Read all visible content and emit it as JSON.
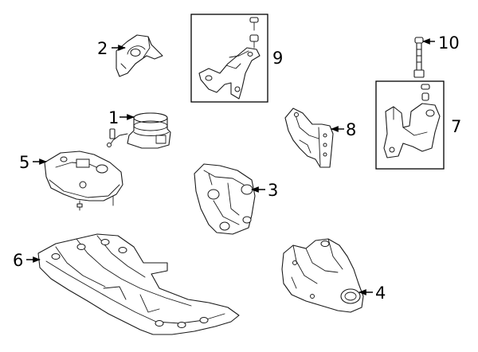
{
  "callouts": [
    {
      "id": "1",
      "label": "1",
      "part": "upper-engine-mount"
    },
    {
      "id": "2",
      "label": "2",
      "part": "mount-bracket-small"
    },
    {
      "id": "3",
      "label": "3",
      "part": "engine-mount-bracket"
    },
    {
      "id": "4",
      "label": "4",
      "part": "transmission-mount"
    },
    {
      "id": "5",
      "label": "5",
      "part": "lower-mount-bracket"
    },
    {
      "id": "6",
      "label": "6",
      "part": "crossmember"
    },
    {
      "id": "7",
      "label": "7",
      "part": "bracket-kit-right"
    },
    {
      "id": "8",
      "label": "8",
      "part": "support-bracket"
    },
    {
      "id": "9",
      "label": "9",
      "part": "bracket-kit-left"
    },
    {
      "id": "10",
      "label": "10",
      "part": "long-bolt"
    }
  ],
  "colors": {
    "line": "#1a1a1a",
    "background": "#ffffff"
  }
}
